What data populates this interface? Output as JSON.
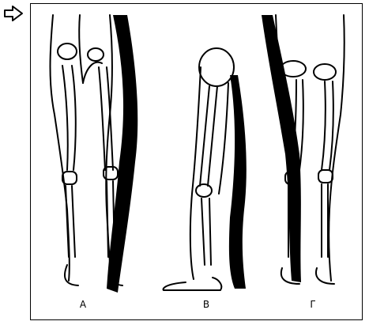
{
  "figures": [
    {
      "label": "А"
    },
    {
      "label": "В"
    },
    {
      "label": "Г"
    }
  ],
  "colors": {
    "ink": "#000000",
    "paper": "#ffffff"
  },
  "icons": {
    "pointer": "arrow-right-icon"
  }
}
